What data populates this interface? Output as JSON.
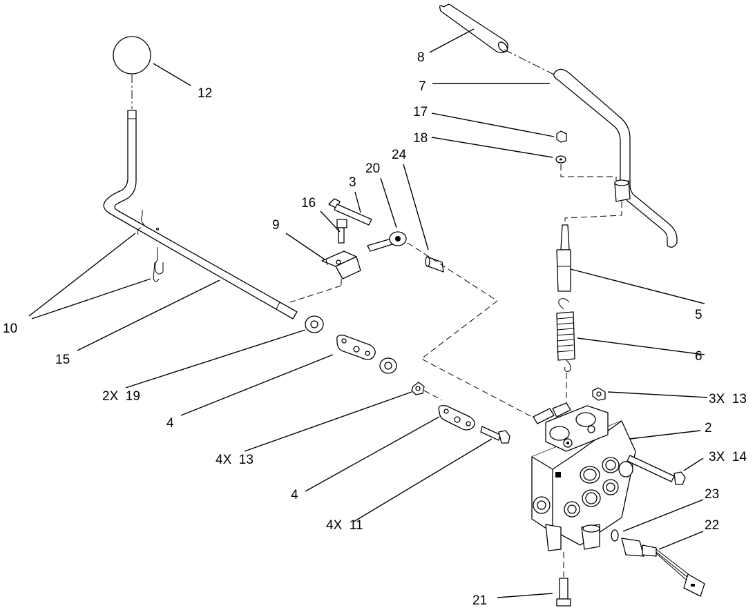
{
  "callouts": {
    "c8": "8",
    "c7": "7",
    "c17": "17",
    "c18": "18",
    "c24": "24",
    "c20": "20",
    "c3": "3",
    "c16": "16",
    "c9": "9",
    "c12": "12",
    "c10": "10",
    "c15": "15",
    "c2x19": "2X  19",
    "c4a": "4",
    "c4x13": "4X  13",
    "c4b": "4",
    "c4x11": "4X  11",
    "c21": "21",
    "c22": "22",
    "c23": "23",
    "c3x14": "3X  14",
    "c2": "2",
    "c3x13": "3X  13",
    "c6": "6",
    "c5": "5"
  }
}
